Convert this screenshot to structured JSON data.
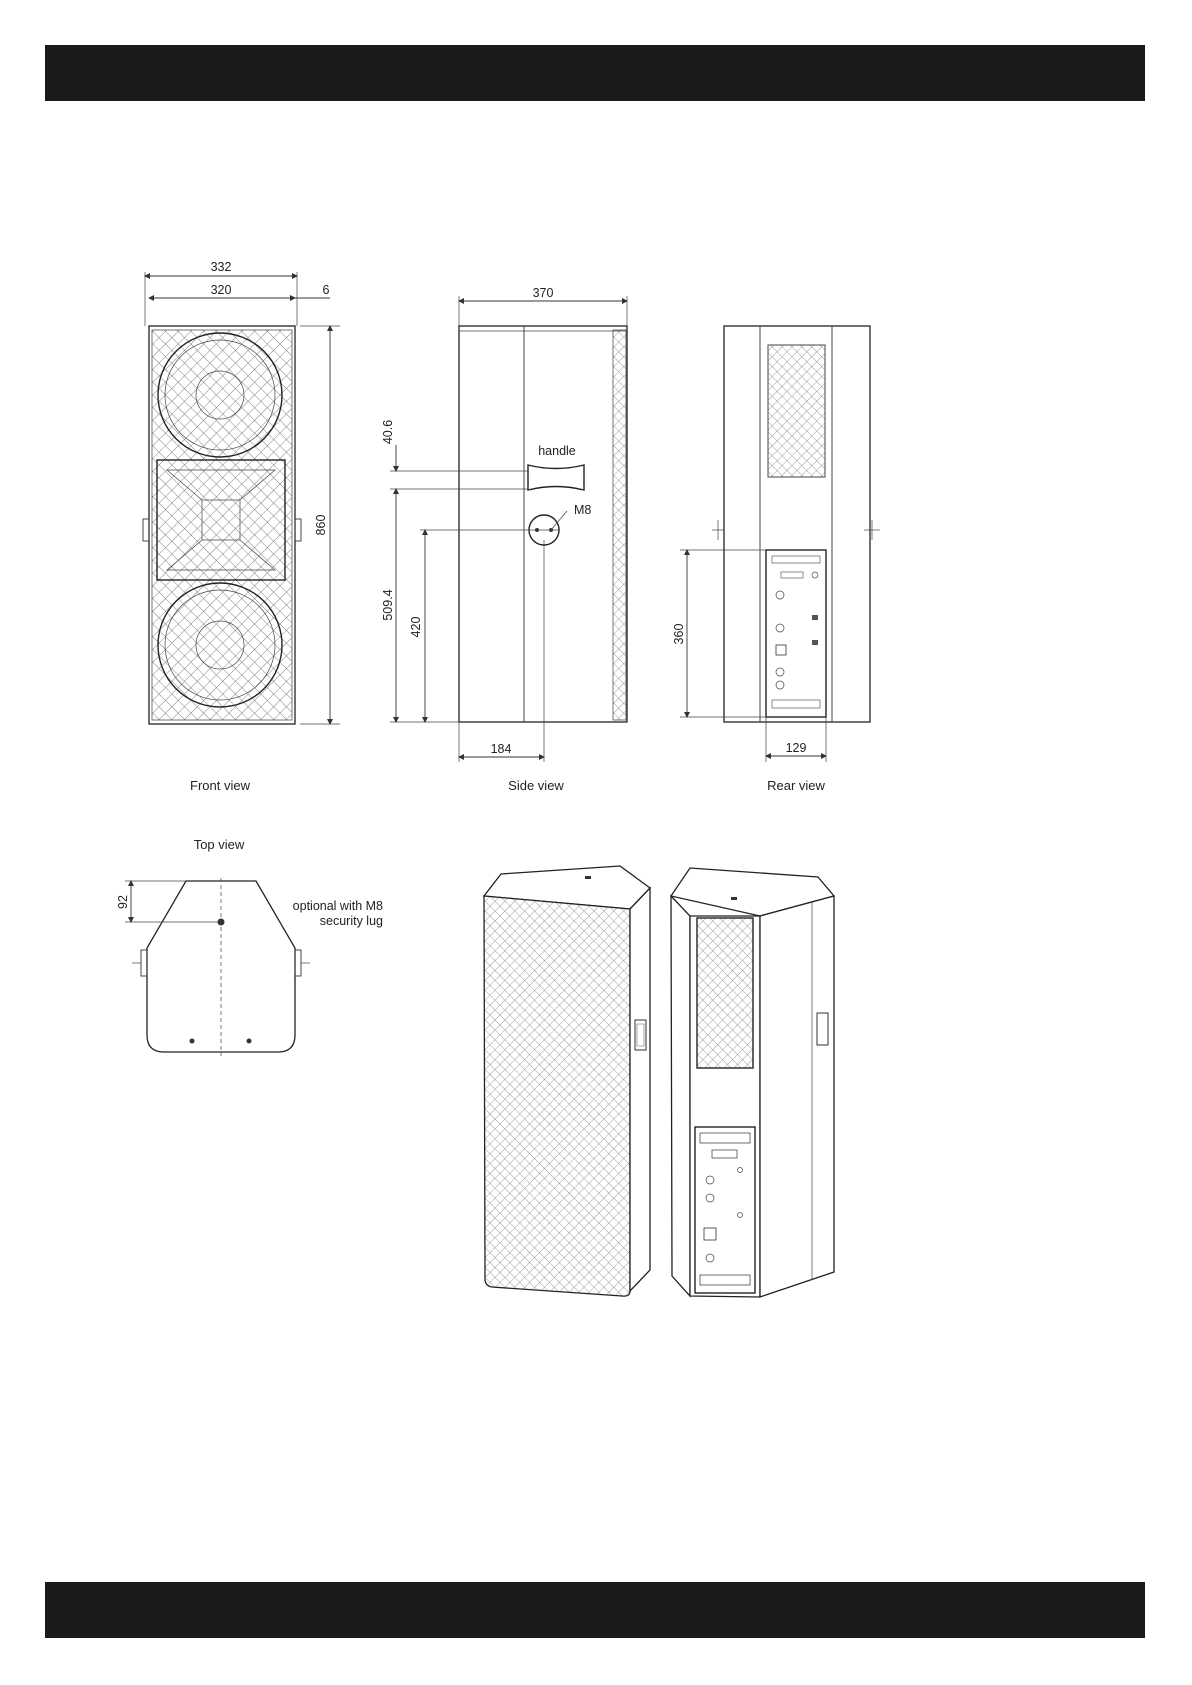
{
  "header": {
    "title": ""
  },
  "footer": {
    "text": ""
  },
  "front_view": {
    "caption": "Front view",
    "dim_width_total": "332",
    "dim_width_inner": "320",
    "dim_edge": "6",
    "dim_height": "860"
  },
  "side_view": {
    "caption": "Side view",
    "dim_depth": "370",
    "dim_handle_height": "40.6",
    "dim_handle_offset": "509.4",
    "dim_m8_height": "420",
    "dim_m8_depth": "184",
    "label_handle": "handle",
    "label_m8": "M8"
  },
  "rear_view": {
    "caption": "Rear view",
    "dim_panel_height": "360",
    "dim_panel_width": "129"
  },
  "top_view": {
    "caption": "Top view",
    "dim_lug": "92",
    "note_line1": "optional with M8",
    "note_line2": "security lug"
  }
}
